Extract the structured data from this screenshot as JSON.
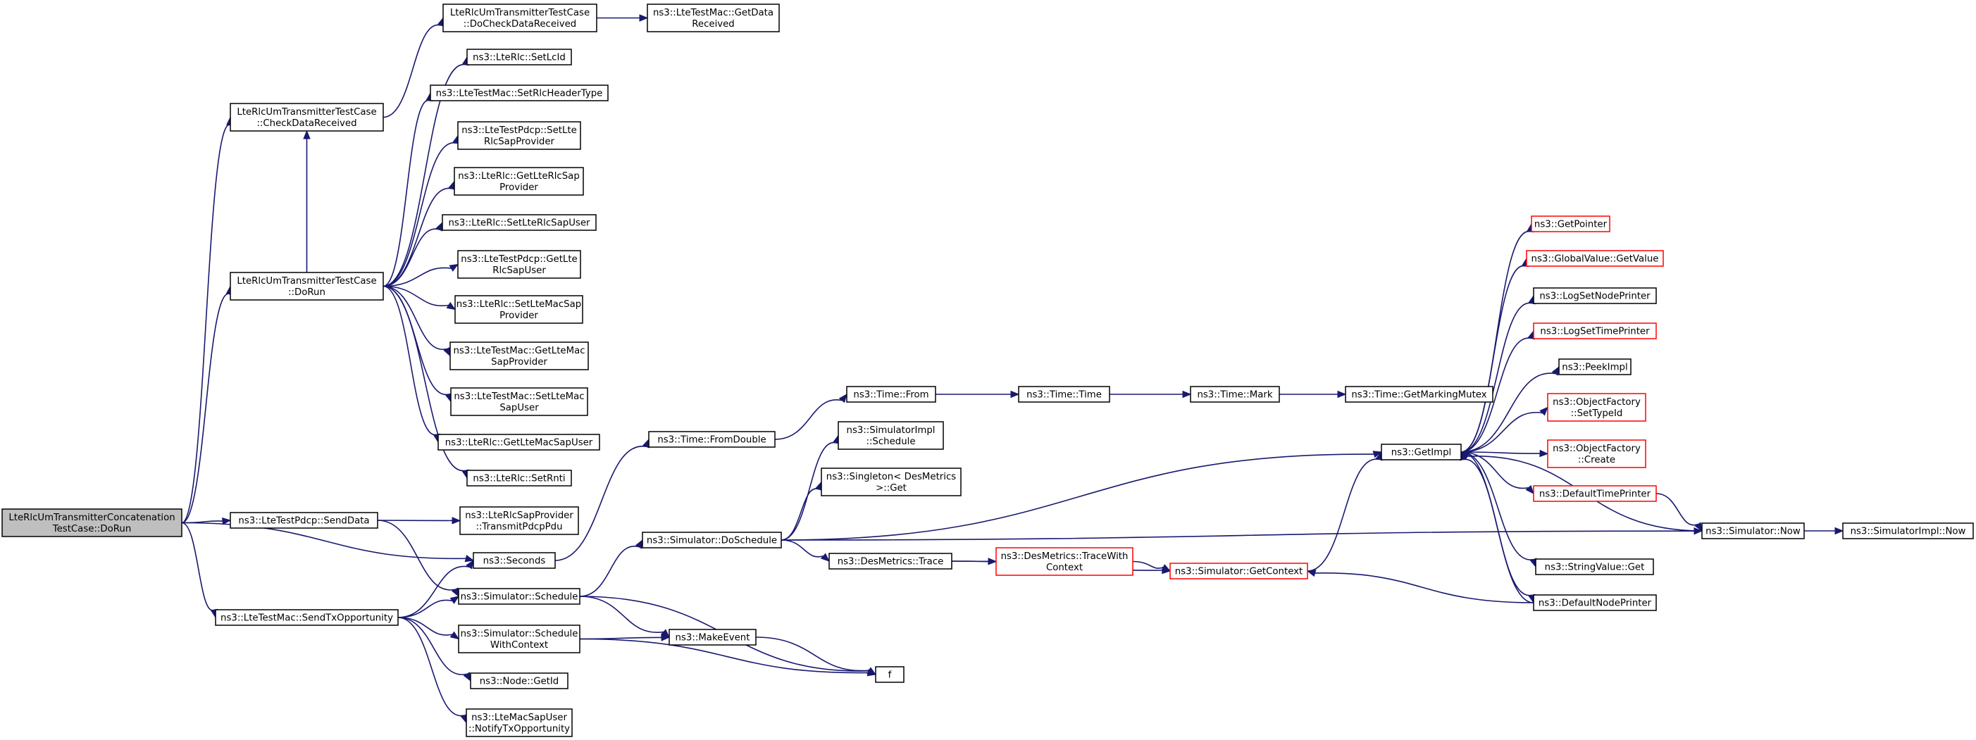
{
  "colors": {
    "edge": "#191970",
    "node_border": "#000000",
    "node_border_truncated": "#ff0000",
    "root_fill": "#bfbfbf",
    "node_fill": "#ffffff"
  },
  "nodes": {
    "root": {
      "lines": [
        "LteRlcUmTransmitterConcatenation",
        "TestCase::DoRun"
      ],
      "kind": "root"
    },
    "checkData": {
      "lines": [
        "LteRlcUmTransmitterTestCase",
        "::CheckDataReceived"
      ],
      "kind": "normal"
    },
    "doRun": {
      "lines": [
        "LteRlcUmTransmitterTestCase",
        "::DoRun"
      ],
      "kind": "normal"
    },
    "sendData": {
      "lines": [
        "ns3::LteTestPdcp::SendData"
      ],
      "kind": "normal"
    },
    "seconds": {
      "lines": [
        "ns3::Seconds"
      ],
      "kind": "normal"
    },
    "sendTx": {
      "lines": [
        "ns3::LteTestMac::SendTxOpportunity"
      ],
      "kind": "normal"
    },
    "doCheck": {
      "lines": [
        "LteRlcUmTransmitterTestCase",
        "::DoCheckDataReceived"
      ],
      "kind": "normal"
    },
    "getData": {
      "lines": [
        "ns3::LteTestMac::GetData",
        "Received"
      ],
      "kind": "normal"
    },
    "setLcId": {
      "lines": [
        "ns3::LteRlc::SetLcId"
      ],
      "kind": "normal"
    },
    "setRlcHdr": {
      "lines": [
        "ns3::LteTestMac::SetRlcHeaderType"
      ],
      "kind": "normal"
    },
    "setLteRlcSapProv": {
      "lines": [
        "ns3::LteTestPdcp::SetLte",
        "RlcSapProvider"
      ],
      "kind": "normal"
    },
    "getLteRlcSapProv": {
      "lines": [
        "ns3::LteRlc::GetLteRlcSap",
        "Provider"
      ],
      "kind": "normal"
    },
    "setLteRlcSapUser": {
      "lines": [
        "ns3::LteRlc::SetLteRlcSapUser"
      ],
      "kind": "normal"
    },
    "getLteRlcSapUser": {
      "lines": [
        "ns3::LteTestPdcp::GetLte",
        "RlcSapUser"
      ],
      "kind": "normal"
    },
    "setLteMacSapProv": {
      "lines": [
        "ns3::LteRlc::SetLteMacSap",
        "Provider"
      ],
      "kind": "normal"
    },
    "getLteMacSapProv": {
      "lines": [
        "ns3::LteTestMac::GetLteMac",
        "SapProvider"
      ],
      "kind": "normal"
    },
    "setLteMacSapUser": {
      "lines": [
        "ns3::LteTestMac::SetLteMac",
        "SapUser"
      ],
      "kind": "normal"
    },
    "getLteMacSapUser": {
      "lines": [
        "ns3::LteRlc::GetLteMacSapUser"
      ],
      "kind": "normal"
    },
    "setRnti": {
      "lines": [
        "ns3::LteRlc::SetRnti"
      ],
      "kind": "normal"
    },
    "transmitPdcp": {
      "lines": [
        "ns3::LteRlcSapProvider",
        "::TransmitPdcpPdu"
      ],
      "kind": "normal"
    },
    "simSchedule": {
      "lines": [
        "ns3::Simulator::Schedule"
      ],
      "kind": "normal"
    },
    "simSchedCtx": {
      "lines": [
        "ns3::Simulator::Schedule",
        "WithContext"
      ],
      "kind": "normal"
    },
    "nodeGetId": {
      "lines": [
        "ns3::Node::GetId"
      ],
      "kind": "normal"
    },
    "notifyTx": {
      "lines": [
        "ns3::LteMacSapUser",
        "::NotifyTxOpportunity"
      ],
      "kind": "normal"
    },
    "fromDouble": {
      "lines": [
        "ns3::Time::FromDouble"
      ],
      "kind": "normal"
    },
    "doSchedule": {
      "lines": [
        "ns3::Simulator::DoSchedule"
      ],
      "kind": "normal"
    },
    "makeEvent": {
      "lines": [
        "ns3::MakeEvent"
      ],
      "kind": "normal"
    },
    "f": {
      "lines": [
        "f"
      ],
      "kind": "normal"
    },
    "timeFrom": {
      "lines": [
        "ns3::Time::From"
      ],
      "kind": "normal"
    },
    "implSchedule": {
      "lines": [
        "ns3::SimulatorImpl",
        "::Schedule"
      ],
      "kind": "normal"
    },
    "singletonGet": {
      "lines": [
        "ns3::Singleton< DesMetrics",
        " >::Get"
      ],
      "kind": "normal"
    },
    "desTrace": {
      "lines": [
        "ns3::DesMetrics::Trace"
      ],
      "kind": "normal"
    },
    "timeTime": {
      "lines": [
        "ns3::Time::Time"
      ],
      "kind": "normal"
    },
    "desTraceCtx": {
      "lines": [
        "ns3::DesMetrics::TraceWith",
        "Context"
      ],
      "kind": "truncated"
    },
    "timeMark": {
      "lines": [
        "ns3::Time::Mark"
      ],
      "kind": "normal"
    },
    "getContext": {
      "lines": [
        "ns3::Simulator::GetContext"
      ],
      "kind": "truncated"
    },
    "markingMutex": {
      "lines": [
        "ns3::Time::GetMarkingMutex"
      ],
      "kind": "normal"
    },
    "getImpl": {
      "lines": [
        "ns3::GetImpl"
      ],
      "kind": "normal"
    },
    "getPointer": {
      "lines": [
        "ns3::GetPointer"
      ],
      "kind": "truncated"
    },
    "globalGet": {
      "lines": [
        "ns3::GlobalValue::GetValue"
      ],
      "kind": "truncated"
    },
    "logNode": {
      "lines": [
        "ns3::LogSetNodePrinter"
      ],
      "kind": "normal"
    },
    "logTime": {
      "lines": [
        "ns3::LogSetTimePrinter"
      ],
      "kind": "truncated"
    },
    "peekImpl": {
      "lines": [
        "ns3::PeekImpl"
      ],
      "kind": "normal"
    },
    "ofSetTypeId": {
      "lines": [
        "ns3::ObjectFactory",
        "::SetTypeId"
      ],
      "kind": "truncated"
    },
    "ofCreate": {
      "lines": [
        "ns3::ObjectFactory",
        "::Create"
      ],
      "kind": "truncated"
    },
    "defTime": {
      "lines": [
        "ns3::DefaultTimePrinter"
      ],
      "kind": "truncated"
    },
    "stringGet": {
      "lines": [
        "ns3::StringValue::Get"
      ],
      "kind": "normal"
    },
    "defNode": {
      "lines": [
        "ns3::DefaultNodePrinter"
      ],
      "kind": "normal"
    },
    "simNow": {
      "lines": [
        "ns3::Simulator::Now"
      ],
      "kind": "normal"
    },
    "implNow": {
      "lines": [
        "ns3::SimulatorImpl::Now"
      ],
      "kind": "normal"
    }
  },
  "edges": [
    [
      "root",
      "checkData"
    ],
    [
      "root",
      "doRun"
    ],
    [
      "root",
      "sendData"
    ],
    [
      "root",
      "seconds"
    ],
    [
      "root",
      "sendTx"
    ],
    [
      "checkData",
      "doCheck"
    ],
    [
      "doCheck",
      "getData"
    ],
    [
      "doRun",
      "checkData"
    ],
    [
      "doRun",
      "setLcId"
    ],
    [
      "doRun",
      "setRlcHdr"
    ],
    [
      "doRun",
      "setLteRlcSapProv"
    ],
    [
      "doRun",
      "getLteRlcSapProv"
    ],
    [
      "doRun",
      "setLteRlcSapUser"
    ],
    [
      "doRun",
      "getLteRlcSapUser"
    ],
    [
      "doRun",
      "setLteMacSapProv"
    ],
    [
      "doRun",
      "getLteMacSapProv"
    ],
    [
      "doRun",
      "setLteMacSapUser"
    ],
    [
      "doRun",
      "getLteMacSapUser"
    ],
    [
      "doRun",
      "setRnti"
    ],
    [
      "sendData",
      "transmitPdcp"
    ],
    [
      "sendData",
      "simSchedule"
    ],
    [
      "sendTx",
      "seconds"
    ],
    [
      "sendTx",
      "simSchedule"
    ],
    [
      "sendTx",
      "simSchedCtx"
    ],
    [
      "sendTx",
      "nodeGetId"
    ],
    [
      "sendTx",
      "notifyTx"
    ],
    [
      "seconds",
      "fromDouble"
    ],
    [
      "fromDouble",
      "timeFrom"
    ],
    [
      "timeFrom",
      "timeTime"
    ],
    [
      "timeTime",
      "timeMark"
    ],
    [
      "timeMark",
      "markingMutex"
    ],
    [
      "simSchedule",
      "doSchedule"
    ],
    [
      "simSchedule",
      "makeEvent"
    ],
    [
      "simSchedule",
      "f"
    ],
    [
      "simSchedCtx",
      "makeEvent"
    ],
    [
      "simSchedCtx",
      "f"
    ],
    [
      "makeEvent",
      "f"
    ],
    [
      "doSchedule",
      "implSchedule"
    ],
    [
      "doSchedule",
      "singletonGet"
    ],
    [
      "doSchedule",
      "desTrace"
    ],
    [
      "doSchedule",
      "getImpl"
    ],
    [
      "doSchedule",
      "simNow"
    ],
    [
      "desTrace",
      "desTraceCtx"
    ],
    [
      "desTrace",
      "getContext"
    ],
    [
      "desTraceCtx",
      "getContext"
    ],
    [
      "getContext",
      "getImpl"
    ],
    [
      "getImpl",
      "getPointer"
    ],
    [
      "getImpl",
      "globalGet"
    ],
    [
      "getImpl",
      "logNode"
    ],
    [
      "getImpl",
      "logTime"
    ],
    [
      "getImpl",
      "peekImpl"
    ],
    [
      "getImpl",
      "ofSetTypeId"
    ],
    [
      "getImpl",
      "ofCreate"
    ],
    [
      "getImpl",
      "defTime"
    ],
    [
      "getImpl",
      "stringGet"
    ],
    [
      "getImpl",
      "defNode"
    ],
    [
      "defTime",
      "simNow"
    ],
    [
      "simNow",
      "getImpl"
    ],
    [
      "simNow",
      "implNow"
    ],
    [
      "defNode",
      "getImpl"
    ],
    [
      "defNode",
      "getContext"
    ]
  ]
}
